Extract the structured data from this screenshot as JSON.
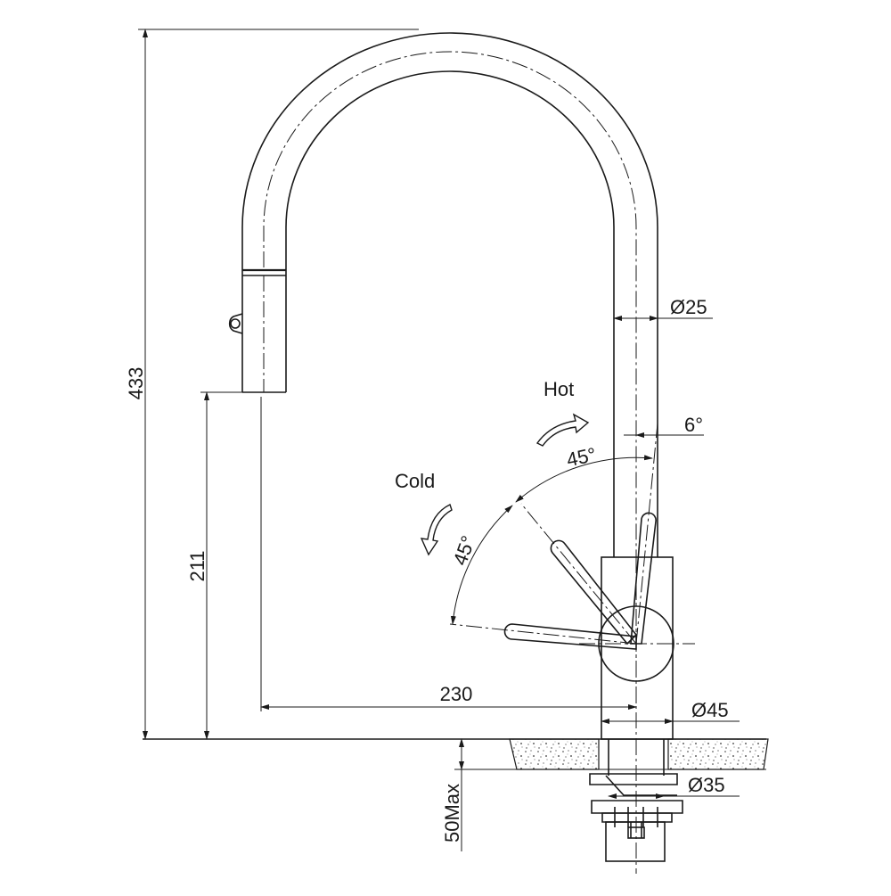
{
  "diagram": {
    "dimensions": {
      "total_height": "433",
      "spout_height": "211",
      "reach": "230",
      "spout_diameter": "Ø25",
      "body_diameter": "Ø45",
      "shank_diameter": "Ø35",
      "counter_thickness": "50Max"
    },
    "angles": {
      "hot_angle": "45°",
      "cold_angle": "45°",
      "tilt_angle": "6°"
    },
    "labels": {
      "hot": "Hot",
      "cold": "Cold"
    }
  }
}
